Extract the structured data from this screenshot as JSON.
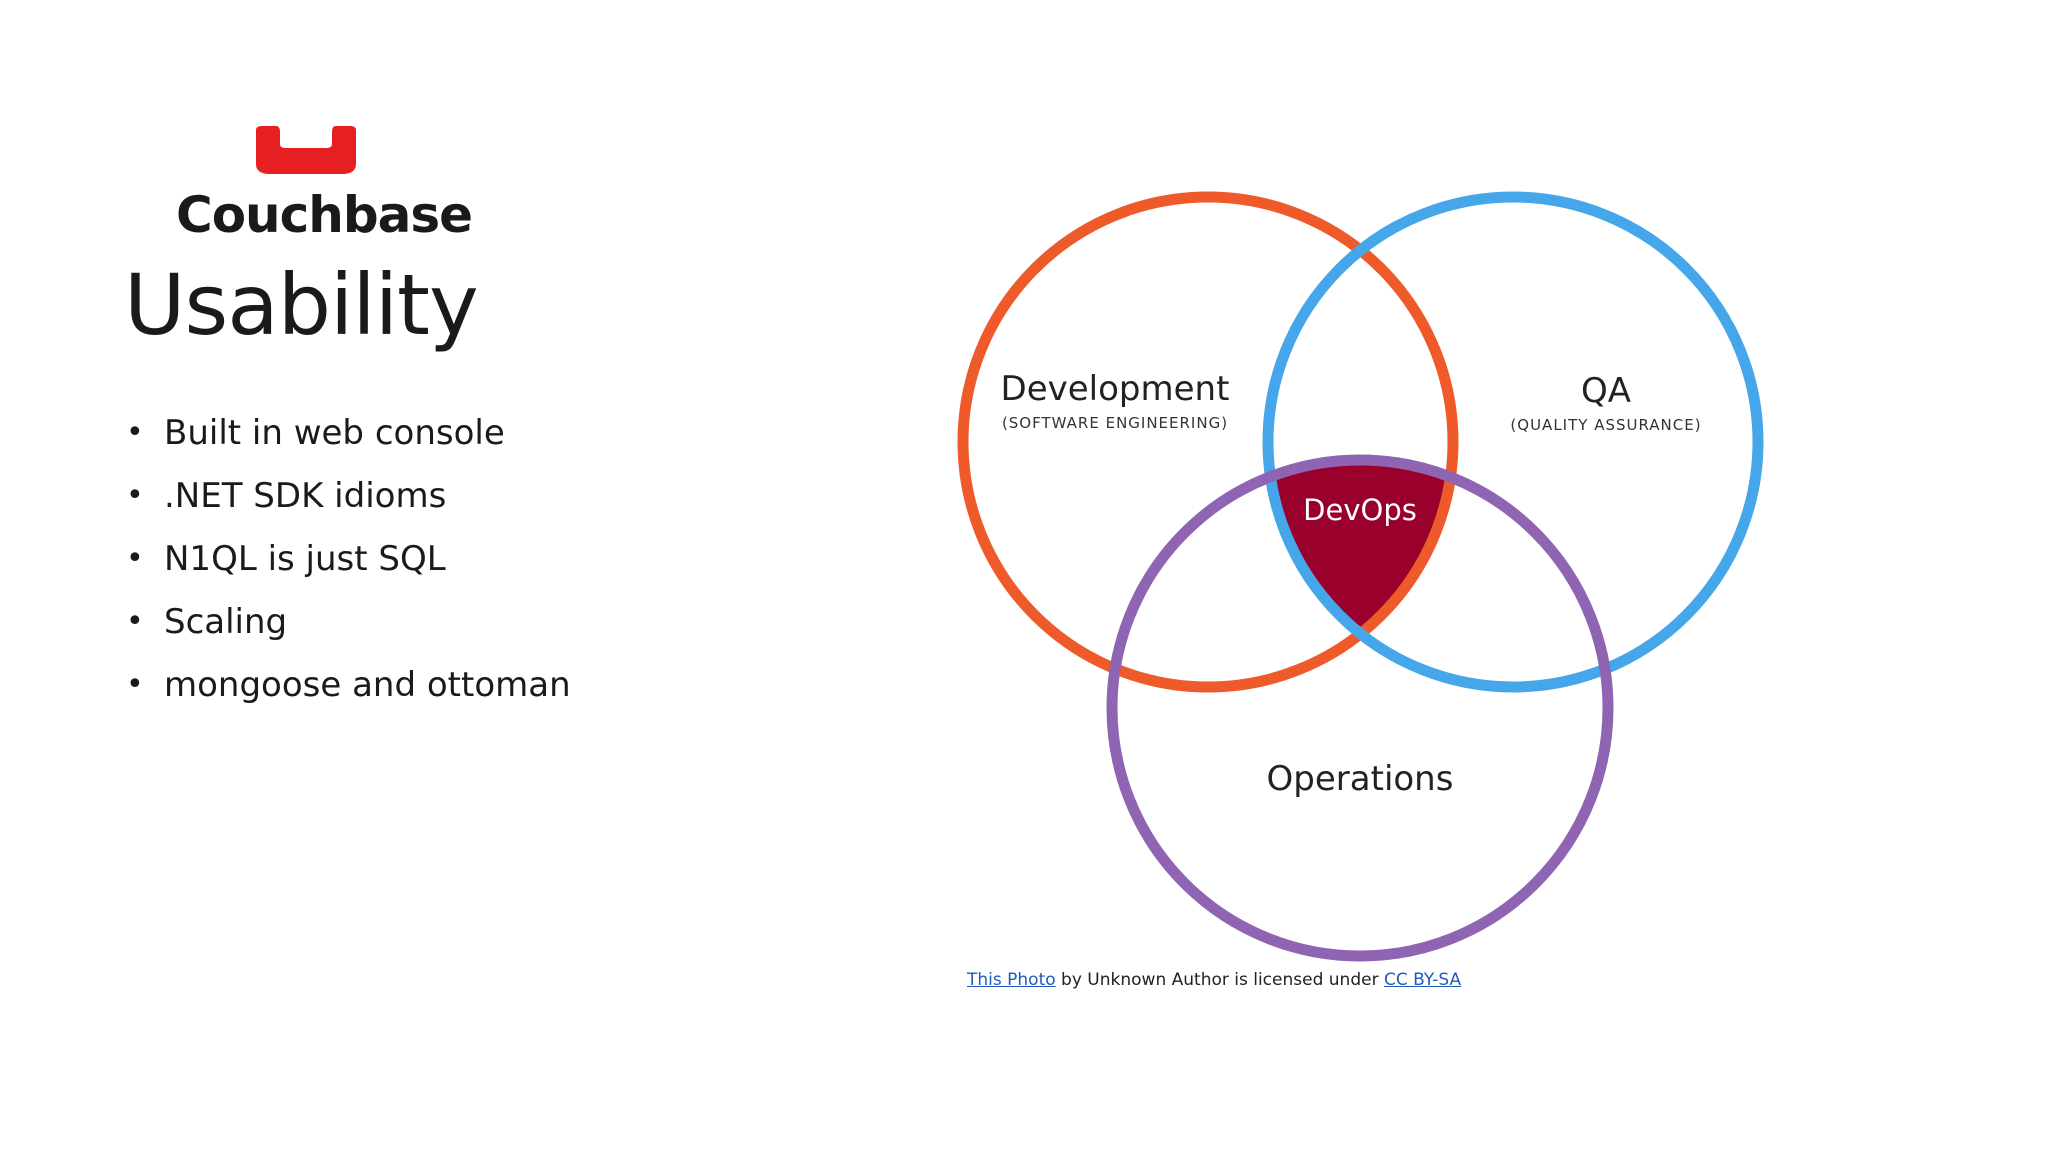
{
  "logo": {
    "text": "Couchbase",
    "color": "#e62020"
  },
  "slide": {
    "title": "Usability",
    "bullets": [
      "Built in web console",
      ".NET SDK idioms",
      "N1QL is just SQL",
      "Scaling",
      "mongoose and ottoman"
    ]
  },
  "venn": {
    "dev": {
      "label": "Development",
      "sub": "(SOFTWARE ENGINEERING)",
      "color": "#ee5a2a"
    },
    "qa": {
      "label": "QA",
      "sub": "(QUALITY ASSURANCE)",
      "color": "#45a7ea"
    },
    "ops": {
      "label": "Operations",
      "color": "#8e64b3"
    },
    "center": {
      "label": "DevOps",
      "color": "#99002b"
    }
  },
  "caption": {
    "link1": "This Photo",
    "middle": " by Unknown Author is licensed under ",
    "link2": "CC BY-SA"
  }
}
